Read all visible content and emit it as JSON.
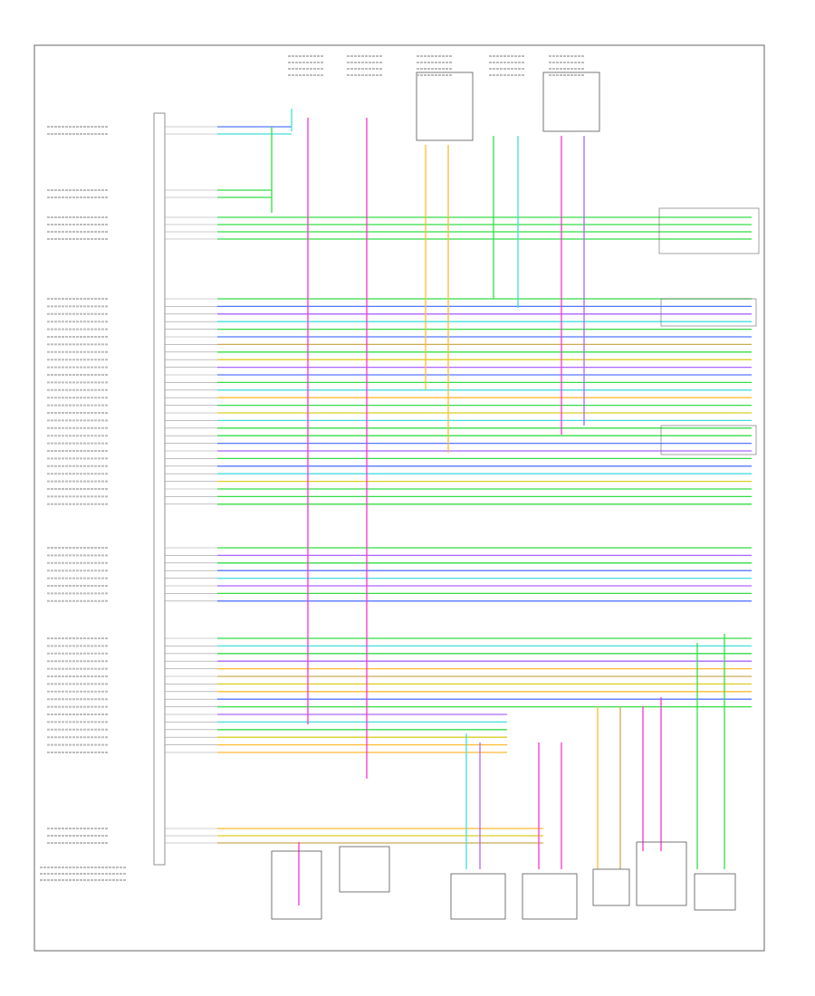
{
  "diagram": {
    "footer_code": "",
    "colors": {
      "border": "#555555",
      "green": "#33dd44",
      "cyan": "#44dddd",
      "blue": "#5577ff",
      "violet": "#aa66ff",
      "magenta": "#ff33cc",
      "orange": "#ffbb33",
      "yellow": "#ddcc22",
      "tan": "#ccaa55"
    },
    "left_groups": [
      {
        "rows": 2,
        "colors": [
          "blue",
          "cyan"
        ]
      },
      {
        "rows": 2,
        "colors": [
          "green",
          "green"
        ]
      },
      {
        "rows": 4,
        "colors": [
          "green",
          "green",
          "green",
          "green"
        ]
      },
      {
        "rows": 28,
        "colors": [
          "green",
          "blue",
          "violet",
          "cyan",
          "green",
          "blue",
          "tan",
          "green",
          "yellow",
          "violet",
          "blue",
          "green",
          "cyan",
          "orange",
          "green",
          "yellow",
          "cyan",
          "green",
          "green",
          "blue",
          "violet",
          "green",
          "blue",
          "cyan",
          "yellow",
          "green",
          "green",
          "green"
        ]
      },
      {
        "rows": 8,
        "colors": [
          "green",
          "violet",
          "green",
          "blue",
          "cyan",
          "violet",
          "green",
          "blue"
        ]
      },
      {
        "rows": 16,
        "colors": [
          "green",
          "cyan",
          "green",
          "violet",
          "orange",
          "tan",
          "yellow",
          "orange",
          "blue",
          "green",
          "violet",
          "cyan",
          "green",
          "yellow",
          "orange",
          "orange"
        ]
      },
      {
        "rows": 3,
        "colors": [
          "orange",
          "yellow",
          "tan"
        ]
      }
    ],
    "top_components": 7,
    "bottom_components": 7
  }
}
